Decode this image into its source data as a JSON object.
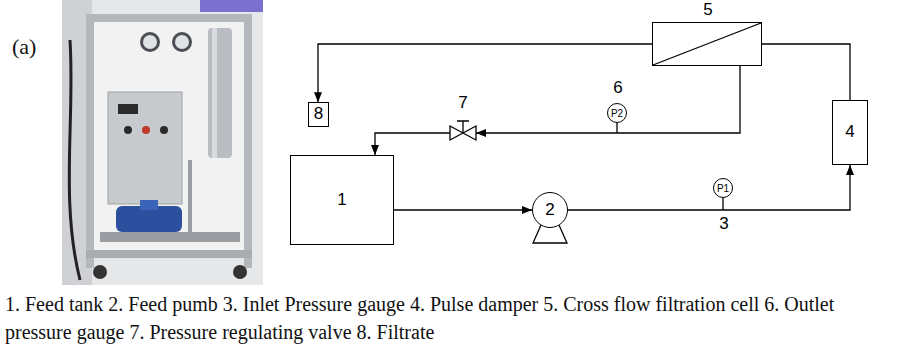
{
  "diagram": {
    "caption": "1. Feed tank 2. Feed pumb 3. Inlet Pressure gauge 4. Pulse damper 5. Cross flow filtration cell 6. Outlet pressure gauge 7. Pressure regulating valve 8. Filtrate",
    "nodes": [
      {
        "text": [
          "1"
        ]
      },
      {
        "text": [
          "2"
        ]
      },
      {
        "text": [
          "P1",
          "3"
        ]
      },
      {
        "text": [
          "4"
        ]
      },
      {
        "text": [
          "5"
        ]
      },
      {
        "text": [
          "P2",
          "6"
        ]
      },
      {
        "text": [
          "7"
        ]
      },
      {
        "text": [
          "8"
        ]
      }
    ],
    "edges": [
      {
        "from": 0,
        "to": 1,
        "arrow": "to"
      },
      {
        "from": 1,
        "to": 3,
        "arrow": "to"
      },
      {
        "from": 3,
        "to": 4,
        "arrow": "none"
      },
      {
        "from": 4,
        "to": 7,
        "arrow": "to"
      },
      {
        "from": 4,
        "to": 6,
        "arrow": "to"
      },
      {
        "from": 6,
        "to": 0,
        "arrow": "to"
      }
    ],
    "labels": [
      "(a)"
    ]
  }
}
